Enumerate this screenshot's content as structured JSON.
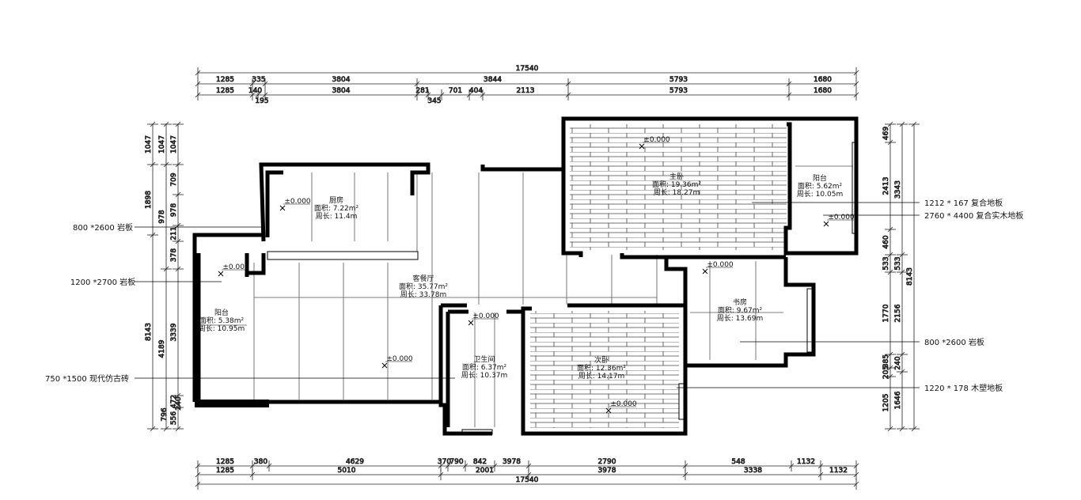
{
  "dimensions": {
    "top_total": "17540",
    "top_row1": [
      "1285",
      "335",
      "3804",
      "3844",
      "5793",
      "1680"
    ],
    "top_row2": [
      "1285",
      "140",
      "3804",
      "281",
      "701",
      "404",
      "2113",
      "5793",
      "1680"
    ],
    "top_row3": [
      "195",
      "345"
    ],
    "bottom_row1": [
      "1285",
      "380",
      "4629",
      "370",
      "790",
      "842",
      "3978",
      "2790",
      "548",
      "1132"
    ],
    "bottom_row2": [
      "1285",
      "5010",
      "2001",
      "3978",
      "3338",
      "1132"
    ],
    "bottom_total": "17540",
    "left_outer": [
      "1047",
      "1898",
      "8143"
    ],
    "left_inner": [
      "1047",
      "709",
      "978",
      "211",
      "378",
      "4189",
      "3339",
      "472",
      "240",
      "796",
      "556"
    ],
    "right_inner": [
      "469",
      "2413",
      "460",
      "533",
      "1770",
      "385",
      "205",
      "1205"
    ],
    "right_outer": [
      "3343",
      "533",
      "8143",
      "2156",
      "240",
      "1646"
    ]
  },
  "rooms": [
    {
      "name": "厨房",
      "area": "面积: 7.22m²",
      "perimeter": "周长: 11.4m",
      "level": "±0.000"
    },
    {
      "name": "客餐厅",
      "area": "面积: 35.77m²",
      "perimeter": "周长: 33.78m",
      "level": "±0.000"
    },
    {
      "name": "主卧",
      "area": "面积: 19.36m²",
      "perimeter": "周长: 18.27m",
      "level": "±0.000"
    },
    {
      "name": "阳台",
      "area": "面积: 5.62m²",
      "perimeter": "周长: 10.05m",
      "level": "±0.000"
    },
    {
      "name": "阳台",
      "area": "面积: 5.38m²",
      "perimeter": "周长: 10.95m",
      "level": "±0.000"
    },
    {
      "name": "卫生间",
      "area": "面积: 6.37m²",
      "perimeter": "周长: 10.37m",
      "level": "±0.000"
    },
    {
      "name": "次卧",
      "area": "面积: 12.36m²",
      "perimeter": "周长: 14.17m",
      "level": "±0.000"
    },
    {
      "name": "书房",
      "area": "面积: 9.67m²",
      "perimeter": "周长: 13.69m",
      "level": "±0.000"
    }
  ],
  "materials_left": [
    "800 *2600 岩板",
    "1200 *2700 岩板",
    "750 *1500 现代仿古砖"
  ],
  "materials_right": [
    "1212 * 167 复合地板",
    "2760 * 4400 复合实木地板",
    "800 *2600 岩板",
    "1220 * 178 木塑地板"
  ]
}
